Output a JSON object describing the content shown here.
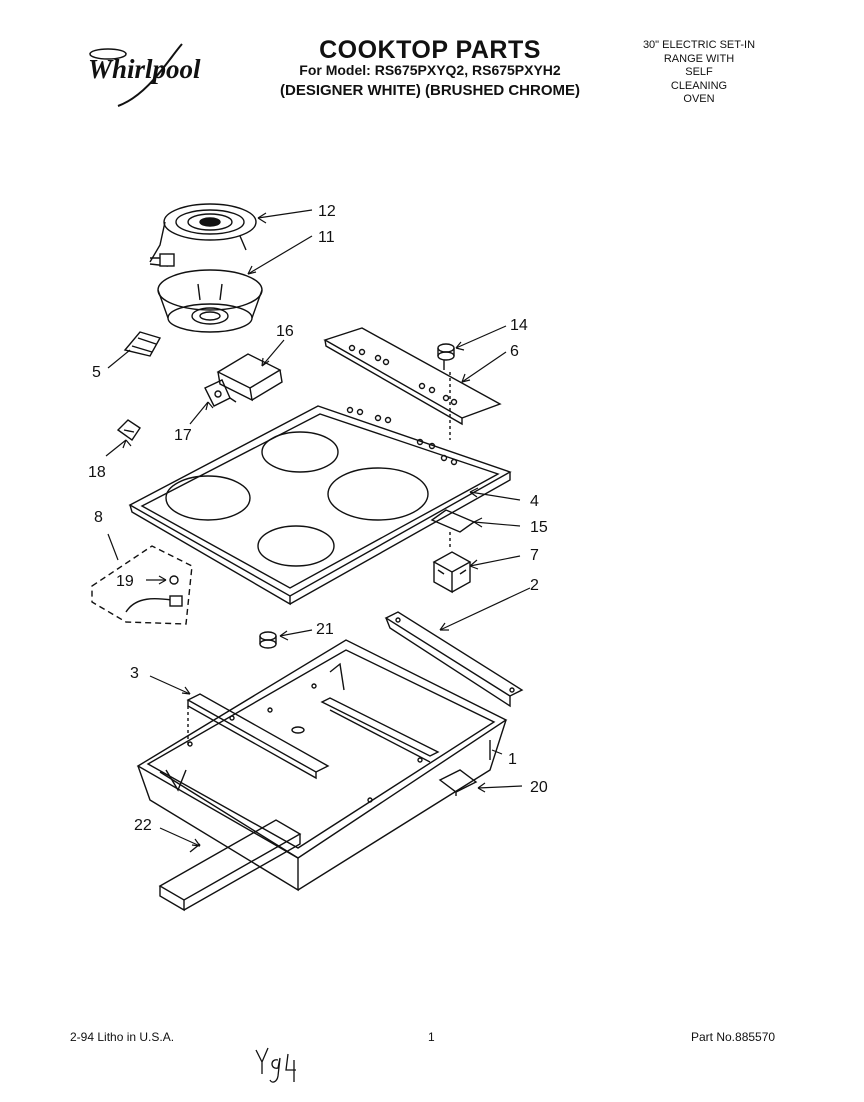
{
  "header": {
    "logo_text": "Whirlpool",
    "title": "COOKTOP PARTS",
    "models": "For Model: RS675PXYQ2, RS675PXYH2",
    "finishes": "(DESIGNER WHITE)   (BRUSHED CHROME)",
    "note_lines": [
      "30\" ELECTRIC SET-IN",
      "RANGE WITH",
      "SELF",
      "CLEANING",
      "OVEN"
    ]
  },
  "callouts": {
    "c1": "1",
    "c2": "2",
    "c3": "3",
    "c4": "4",
    "c5": "5",
    "c6": "6",
    "c7": "7",
    "c8": "8",
    "c11": "11",
    "c12": "12",
    "c14": "14",
    "c15": "15",
    "c16": "16",
    "c17": "17",
    "c18": "18",
    "c19": "19",
    "c20": "20",
    "c21": "21",
    "c22": "22"
  },
  "footer": {
    "left": "2-94  Litho in U.S.A.",
    "page": "1",
    "part_no": "Part No.885570"
  },
  "handwritten_note": "Y94"
}
